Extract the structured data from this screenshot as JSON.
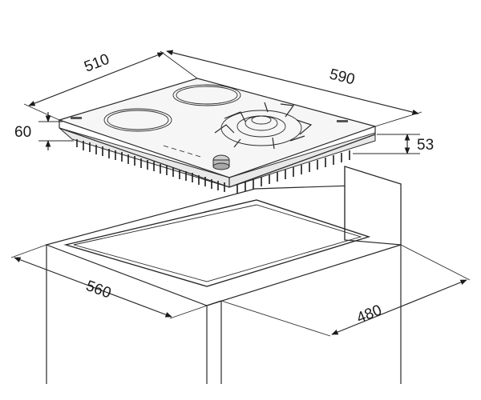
{
  "dimensions": {
    "hob_depth": "510",
    "hob_width": "590",
    "hob_height": "60",
    "hob_thickness": "53",
    "cutout_width": "560",
    "cutout_depth": "480"
  }
}
